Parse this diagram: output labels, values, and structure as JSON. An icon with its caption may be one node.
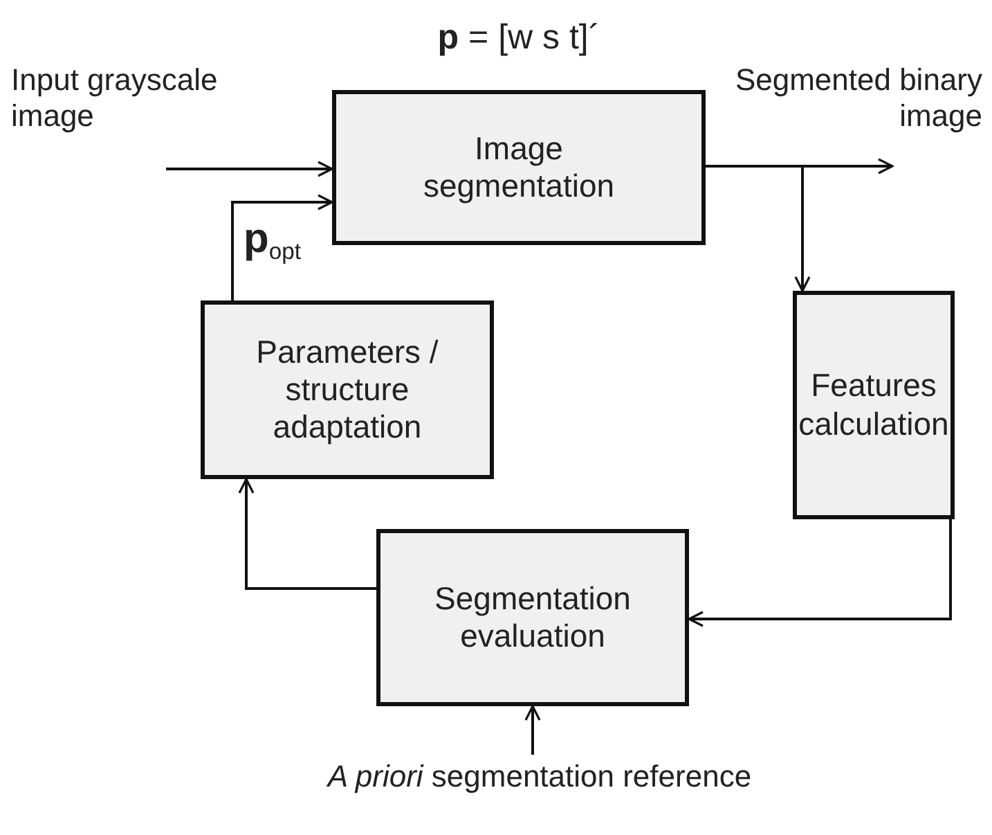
{
  "diagram": {
    "nodes": [
      {
        "text": [
          "Image segmentation"
        ],
        "beside": [
          "**p** = [w s t]´"
        ]
      },
      {
        "text": [
          "Features calculation"
        ]
      },
      {
        "text": [
          "Segmentation evaluation"
        ]
      },
      {
        "text": [
          "Parameters / structure adaptation"
        ]
      },
      {
        "text": [
          "*A priori* segmentation reference"
        ]
      }
    ],
    "edges": [
      {
        "from": null,
        "to": 0,
        "arrow": "to"
      },
      {
        "from": 0,
        "to": null,
        "arrow": "to"
      },
      {
        "from": 0,
        "to": 1,
        "arrow": "to"
      },
      {
        "from": 1,
        "to": 2,
        "arrow": "to"
      },
      {
        "from": 2,
        "to": 3,
        "arrow": "to"
      },
      {
        "from": 3,
        "to": 0,
        "arrow": "to",
        "label": "**p**$_{opt}$"
      },
      {
        "from": 4,
        "to": 2,
        "arrow": "to"
      }
    ],
    "labels": [
      "Input grayscale image",
      "Segmented binary image"
    ]
  }
}
